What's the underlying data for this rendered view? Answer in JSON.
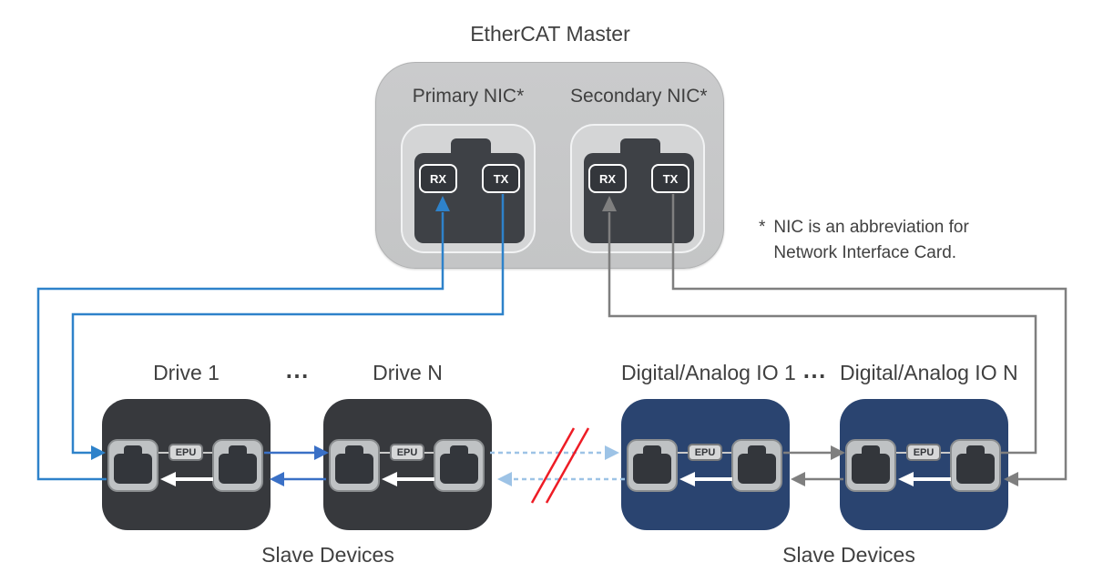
{
  "colors": {
    "blue": "#2e82ca",
    "blue2": "#3a70c6",
    "lblue": "#9dc3e6",
    "gray": "#7f7f7f",
    "red": "#ee1c25",
    "text": "#404040",
    "drive": "#37393d",
    "io": "#2a4470",
    "master": "#cacbcc",
    "nic": "#d4d5d6",
    "connector": "#3e4146",
    "chip": "#33363b",
    "portframe": "#bfc2c4"
  },
  "master": {
    "title": "EtherCAT Master",
    "nics": [
      {
        "label": "Primary NIC*",
        "rx": "RX",
        "tx": "TX"
      },
      {
        "label": "Secondary NIC*",
        "rx": "RX",
        "tx": "TX"
      }
    ]
  },
  "note": {
    "marker": "*",
    "line1": "NIC is an abbreviation for",
    "line2": "Network Interface Card."
  },
  "devices": [
    {
      "label": "Drive 1",
      "epu": "EPU"
    },
    {
      "label": "Drive N",
      "epu": "EPU"
    },
    {
      "label": "Digital/Analog IO 1",
      "epu": "EPU"
    },
    {
      "label": "Digital/Analog IO N",
      "epu": "EPU"
    }
  ],
  "ellipsis": "⋯",
  "groups": [
    {
      "caption": "Slave Devices"
    },
    {
      "caption": "Slave Devices"
    }
  ]
}
